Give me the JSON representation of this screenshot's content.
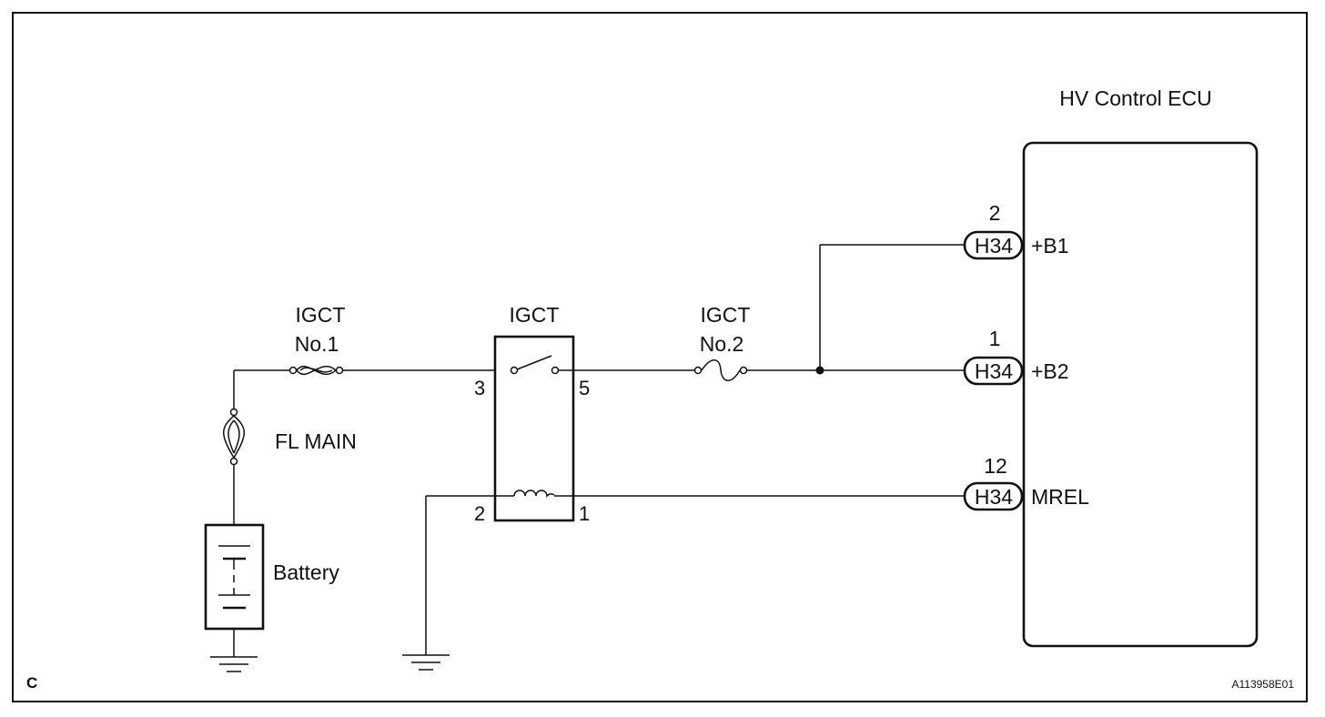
{
  "ecu": {
    "title": "HV Control ECU"
  },
  "fuses": {
    "igct_no1": {
      "line1": "IGCT",
      "line2": "No.1"
    },
    "igct_no2": {
      "line1": "IGCT",
      "line2": "No.2"
    },
    "fl_main": {
      "label": "FL MAIN"
    }
  },
  "relay": {
    "label": "IGCT",
    "pin3": "3",
    "pin5": "5",
    "pin2": "2",
    "pin1": "1"
  },
  "battery": {
    "label": "Battery"
  },
  "connectors": [
    {
      "pin": "2",
      "code": "H34",
      "signal": "+B1"
    },
    {
      "pin": "1",
      "code": "H34",
      "signal": "+B2"
    },
    {
      "pin": "12",
      "code": "H34",
      "signal": "MREL"
    }
  ],
  "footer": {
    "corner_letter": "C",
    "figure_id": "A113958E01"
  }
}
